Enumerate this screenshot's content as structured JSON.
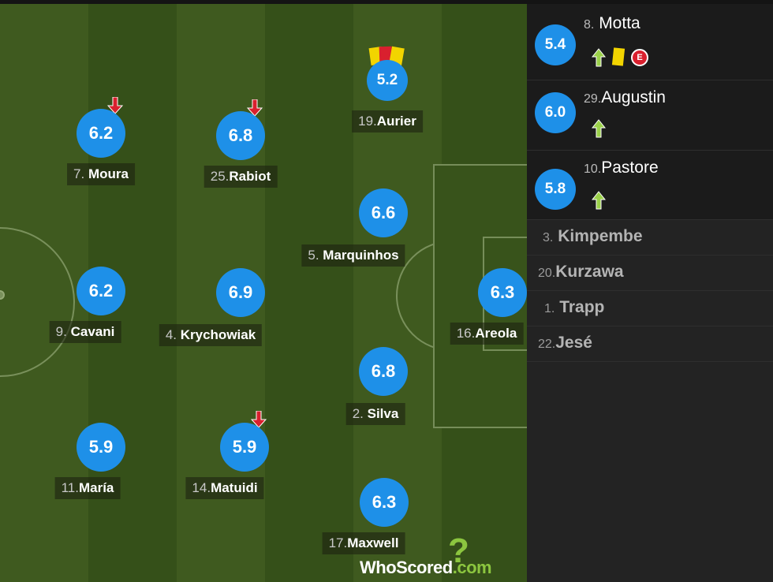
{
  "pitch_players": [
    {
      "number": "7.",
      "name": "Moura",
      "rating": "6.2",
      "subbed_off": true
    },
    {
      "number": "25.",
      "name": "Rabiot",
      "rating": "6.8",
      "subbed_off": true
    },
    {
      "number": "19.",
      "name": "Aurier",
      "rating": "5.2",
      "cards": [
        "yellow",
        "red"
      ]
    },
    {
      "number": "5.",
      "name": "Marquinhos",
      "rating": "6.6"
    },
    {
      "number": "9.",
      "name": "Cavani",
      "rating": "6.2"
    },
    {
      "number": "4.",
      "name": "Krychowiak",
      "rating": "6.9"
    },
    {
      "number": "16.",
      "name": "Areola",
      "rating": "6.3"
    },
    {
      "number": "2.",
      "name": "Silva",
      "rating": "6.8"
    },
    {
      "number": "11.",
      "name": "María",
      "rating": "5.9"
    },
    {
      "number": "14.",
      "name": "Matuidi",
      "rating": "5.9",
      "subbed_off": true
    },
    {
      "number": "17.",
      "name": "Maxwell",
      "rating": "6.3"
    }
  ],
  "subs_used": [
    {
      "number": "8.",
      "name": "Motta",
      "rating": "5.4",
      "icons": [
        "sub-on-icon",
        "yellow-card-icon",
        "error-icon"
      ],
      "error_label": "E"
    },
    {
      "number": "29.",
      "name": "Augustin",
      "rating": "6.0",
      "icons": [
        "sub-on-icon"
      ]
    },
    {
      "number": "10.",
      "name": "Pastore",
      "rating": "5.8",
      "icons": [
        "sub-on-icon"
      ]
    }
  ],
  "bench": [
    {
      "number": "3.",
      "name": "Kimpembe"
    },
    {
      "number": "20.",
      "name": "Kurzawa"
    },
    {
      "number": "1.",
      "name": "Trapp"
    },
    {
      "number": "22.",
      "name": "Jesé"
    }
  ],
  "logo": {
    "mark": "?",
    "text_main": "WhoScored",
    "text_suffix": ".com"
  },
  "colors": {
    "rating_bubble": "#1e90e8",
    "sub_off_arrow": "#d9202e",
    "sub_on_arrow": "#9bd14a",
    "yellow_card": "#f2d400",
    "red_card": "#d9202e",
    "logo_green": "#8cc63f"
  }
}
